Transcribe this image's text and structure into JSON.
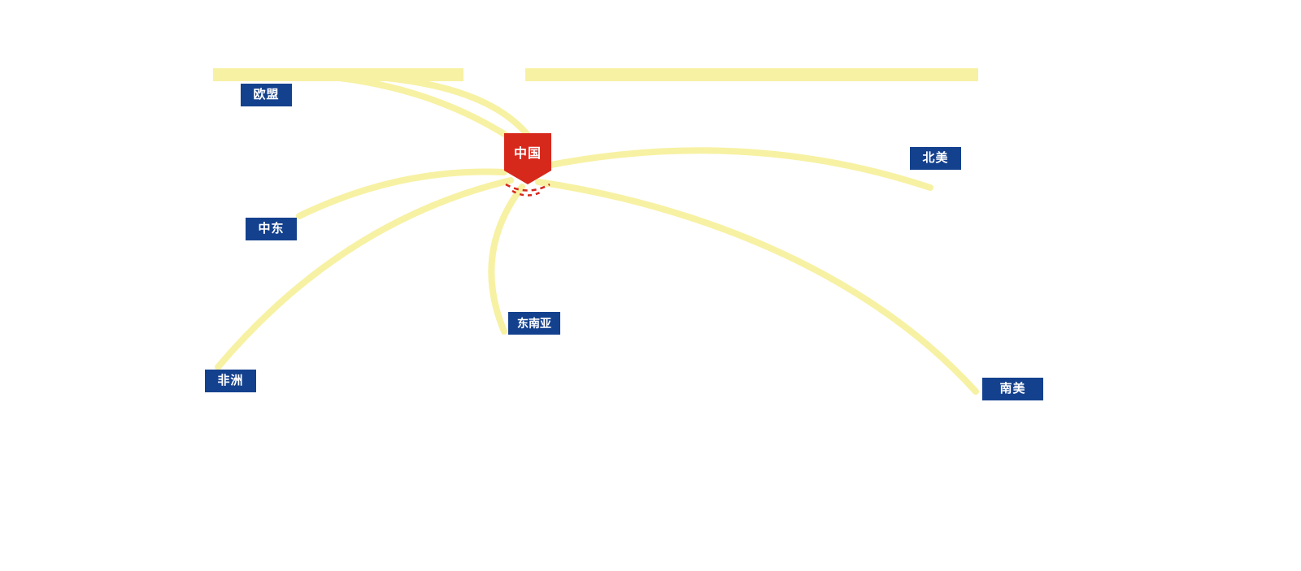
{
  "diagram": {
    "center": {
      "label": "中国"
    },
    "regions": [
      {
        "id": "eu",
        "label": "欧盟"
      },
      {
        "id": "north-america",
        "label": "北美"
      },
      {
        "id": "middle-east",
        "label": "中东"
      },
      {
        "id": "southeast-asia",
        "label": "东南亚"
      },
      {
        "id": "africa",
        "label": "非洲"
      },
      {
        "id": "south-america",
        "label": "南美"
      }
    ],
    "connections": [
      {
        "from": "中国",
        "to": "欧盟"
      },
      {
        "from": "中国",
        "to": "北美"
      },
      {
        "from": "中国",
        "to": "中东"
      },
      {
        "from": "中国",
        "to": "东南亚"
      },
      {
        "from": "中国",
        "to": "非洲"
      },
      {
        "from": "中国",
        "to": "南美"
      }
    ],
    "colors": {
      "pin_red": "#d7281c",
      "label_navy": "#14418e",
      "line_yellow": "#f7f1a3"
    }
  }
}
